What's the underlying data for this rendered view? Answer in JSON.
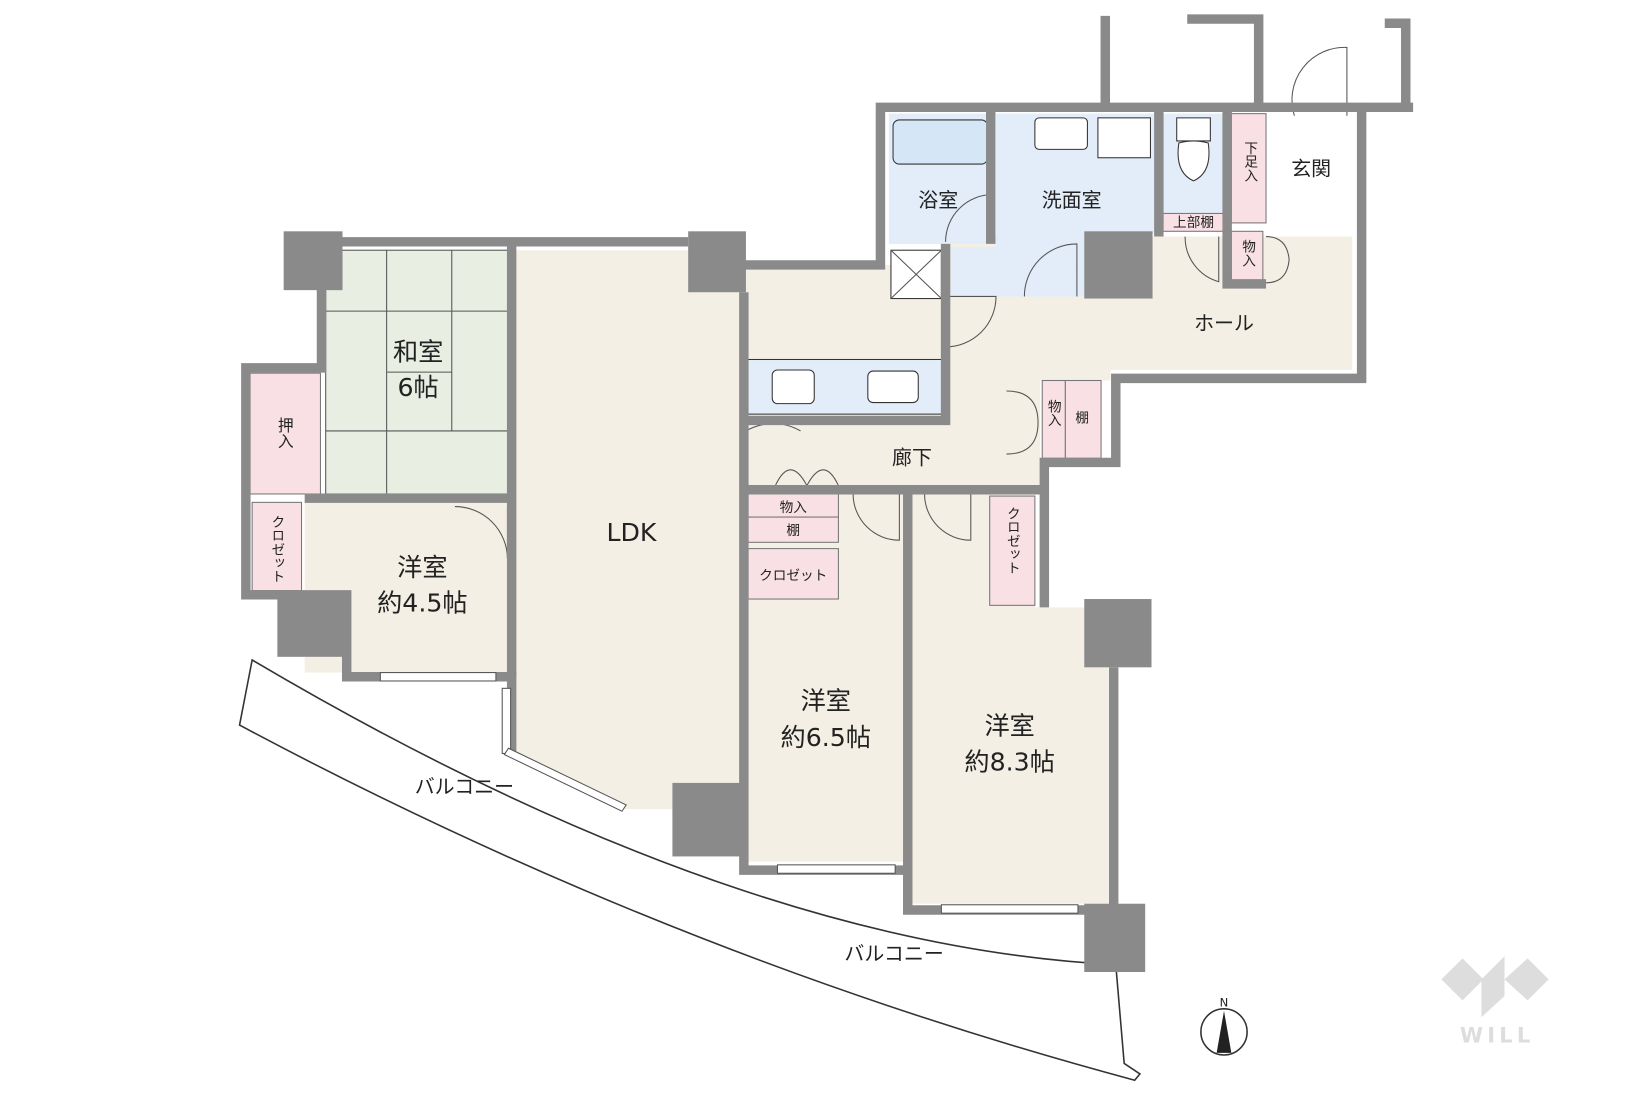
{
  "rooms": {
    "washitsu": {
      "name": "和室",
      "size": "6帖"
    },
    "yoshitsu_a": {
      "name": "洋室",
      "size": "約4.5帖"
    },
    "ldk": {
      "name": "LDK"
    },
    "yoshitsu_b": {
      "name": "洋室",
      "size": "約6.5帖"
    },
    "yoshitsu_c": {
      "name": "洋室",
      "size": "約8.3帖"
    },
    "bath": {
      "name": "浴室"
    },
    "washroom": {
      "name": "洗面室"
    },
    "entrance": {
      "name": "玄関"
    },
    "hall": {
      "name": "ホール"
    },
    "corridor": {
      "name": "廊下"
    }
  },
  "storage": {
    "oshiire": "押入",
    "closet_left": "クロゼット",
    "monoire_ldk": "物入",
    "tana_ldk": "棚",
    "closet_mid": "クロゼット",
    "closet_right": "クロゼット",
    "monoire_corr": "物入",
    "tana_corr": "棚",
    "getabako": "下足入",
    "jobu_tana": "上部棚",
    "monoire_hall": "物入"
  },
  "balcony": {
    "label_1": "バルコニー",
    "label_2": "バルコニー"
  },
  "compass": {
    "label": "N"
  },
  "logo": {
    "text": "WILL"
  },
  "colors": {
    "wall": "#8a8a8a",
    "floor": "#f4efe4",
    "wet": "#e2edf9",
    "tatami": "#e8eee2",
    "storage": "#f8e0e5"
  }
}
